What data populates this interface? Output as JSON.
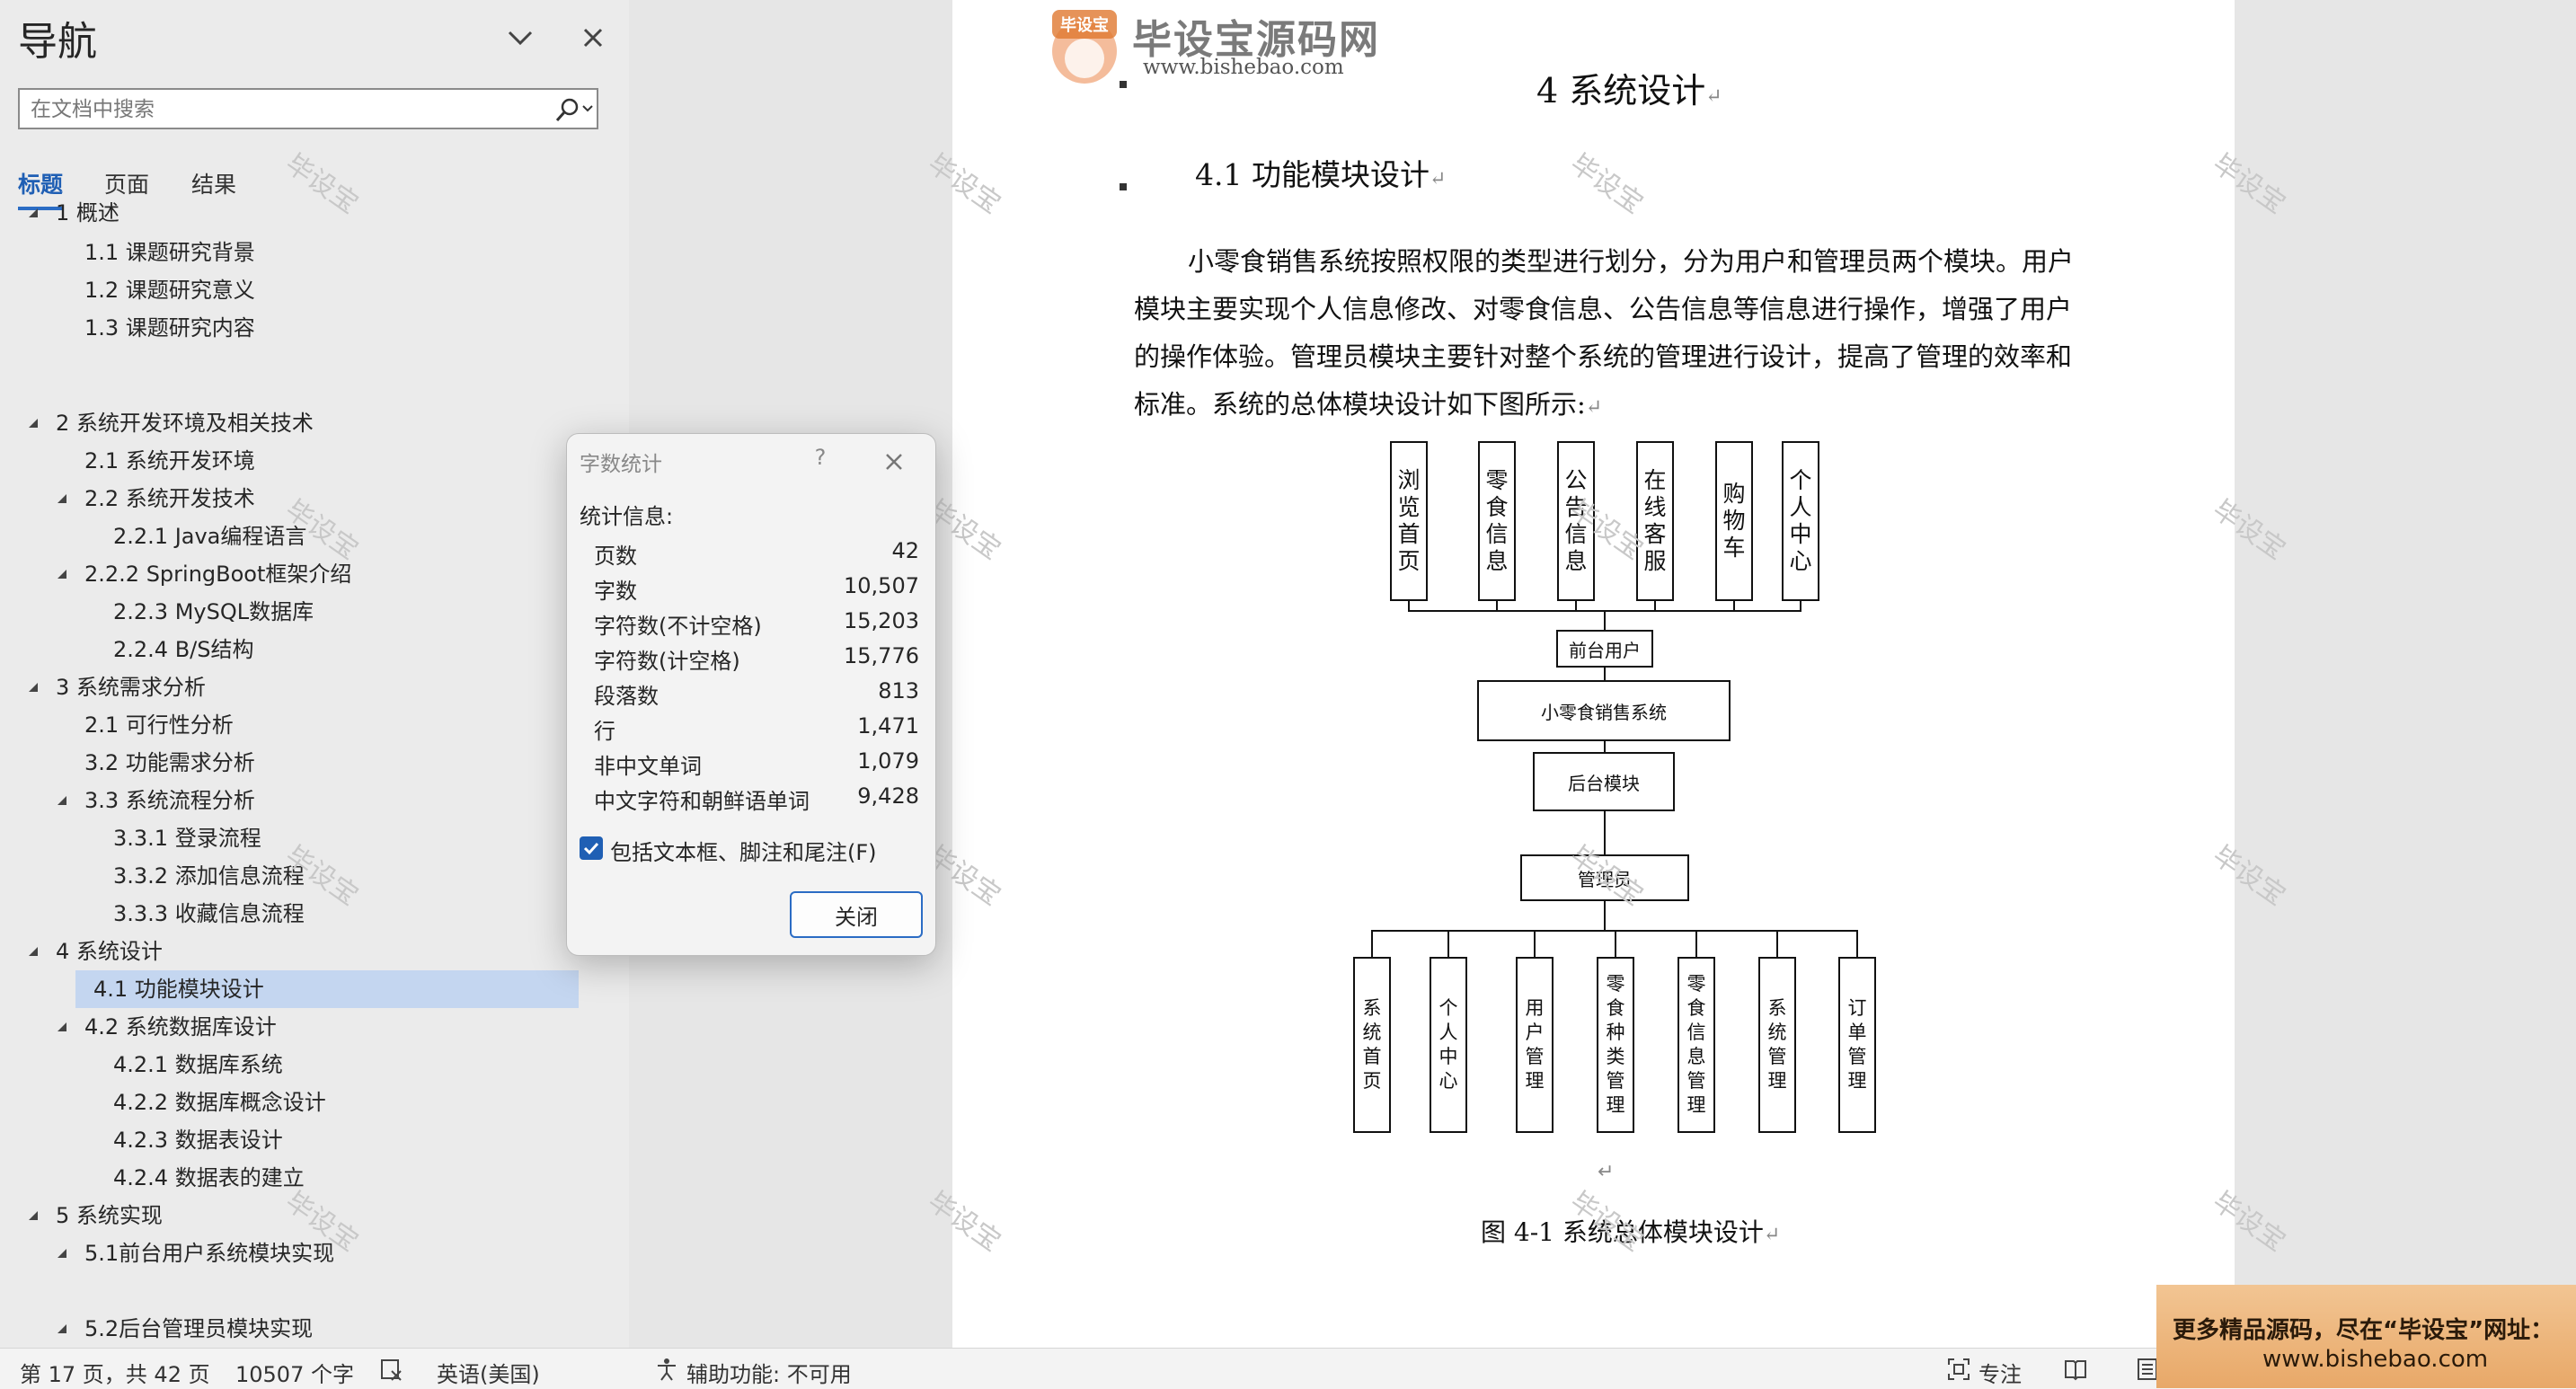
{
  "nav": {
    "title": "导航",
    "search_placeholder": "在文档中搜索",
    "tabs": [
      "标题",
      "页面",
      "结果"
    ],
    "tree": [
      {
        "label": "1 概述"
      },
      {
        "label": "1.1 课题研究背景"
      },
      {
        "label": "1.2 课题研究意义"
      },
      {
        "label": "1.3 课题研究内容"
      },
      {
        "label": "2 系统开发环境及相关技术"
      },
      {
        "label": "2.1 系统开发环境"
      },
      {
        "label": "2.2 系统开发技术"
      },
      {
        "label": "2.2.1 Java编程语言"
      },
      {
        "label": "2.2.2  SpringBoot框架介绍"
      },
      {
        "label": "2.2.3 MySQL数据库"
      },
      {
        "label": "2.2.4 B/S结构"
      },
      {
        "label": "3 系统需求分析"
      },
      {
        "label": "2.1 可行性分析"
      },
      {
        "label": "3.2 功能需求分析"
      },
      {
        "label": "3.3 系统流程分析"
      },
      {
        "label": "3.3.1 登录流程"
      },
      {
        "label": "3.3.2 添加信息流程"
      },
      {
        "label": "3.3.3 收藏信息流程"
      },
      {
        "label": "4 系统设计"
      },
      {
        "label": "4.1 功能模块设计",
        "selected": true
      },
      {
        "label": "4.2 系统数据库设计"
      },
      {
        "label": "4.2.1 数据库系统"
      },
      {
        "label": "4.2.2 数据库概念设计"
      },
      {
        "label": "4.2.3 数据表设计"
      },
      {
        "label": "4.2.4 数据表的建立"
      },
      {
        "label": "5 系统实现"
      },
      {
        "label": "5.1前台用户系统模块实现"
      },
      {
        "label": "5.2后台管理员模块实现"
      }
    ]
  },
  "document": {
    "brand": {
      "name": "毕设宝源码网",
      "url": "www.bishebao.com",
      "badge": "毕设宝"
    },
    "chapter_title": "4   系统设计",
    "section_title": "4.1  功能模块设计",
    "body_lines": [
      "小零食销售系统按照权限的类型进行划分，分为用户和管理员两个模块。用户",
      "模块主要实现个人信息修改、对零食信息、公告信息等信息进行操作，增强了用户",
      "的操作体验。管理员模块主要针对整个系统的管理进行设计，提高了管理的效率和",
      "标准。系统的总体模块设计如下图所示:"
    ],
    "paragraph_mark": "↵",
    "figure_caption": "图 4-1  系统总体模块设计",
    "diagram": {
      "top_modules": [
        "浏览首页",
        "零食信息",
        "公告信息",
        "在线客服",
        "购物车",
        "个人中心"
      ],
      "front_user": "前台用户",
      "system": "小零食销售系统",
      "backend": "后台模块",
      "admin": "管理员",
      "bottom_modules": [
        "系统首页",
        "个人中心",
        "用户管理",
        "零食种类管理",
        "零食信息管理",
        "系统管理",
        "订单管理"
      ]
    },
    "watermark": "毕设宝"
  },
  "dialog": {
    "title": "字数统计",
    "help": "?",
    "stats_heading": "统计信息:",
    "stats": [
      {
        "label": "页数",
        "value": "42"
      },
      {
        "label": "字数",
        "value": "10,507"
      },
      {
        "label": "字符数(不计空格)",
        "value": "15,203"
      },
      {
        "label": "字符数(计空格)",
        "value": "15,776"
      },
      {
        "label": "段落数",
        "value": "813"
      },
      {
        "label": "行",
        "value": "1,471"
      },
      {
        "label": "非中文单词",
        "value": "1,079"
      },
      {
        "label": "中文字符和朝鲜语单词",
        "value": "9,428"
      }
    ],
    "include_label": "包括文本框、脚注和尾注(F)",
    "include_checked": true,
    "close_label": "关闭"
  },
  "statusbar": {
    "page": "第 17 页，共 42 页",
    "words": "10507 个字",
    "language": "英语(美国)",
    "accessibility": "辅助功能: 不可用",
    "focus": "专注"
  },
  "ad": {
    "line1": "更多精品源码，尽在“毕设宝”网址：",
    "line2": "www.bishebao.com"
  },
  "colors": {
    "accent": "#2b6cc4",
    "selected_bg": "#c4d6f0",
    "ad_bg": "#eeb678"
  }
}
